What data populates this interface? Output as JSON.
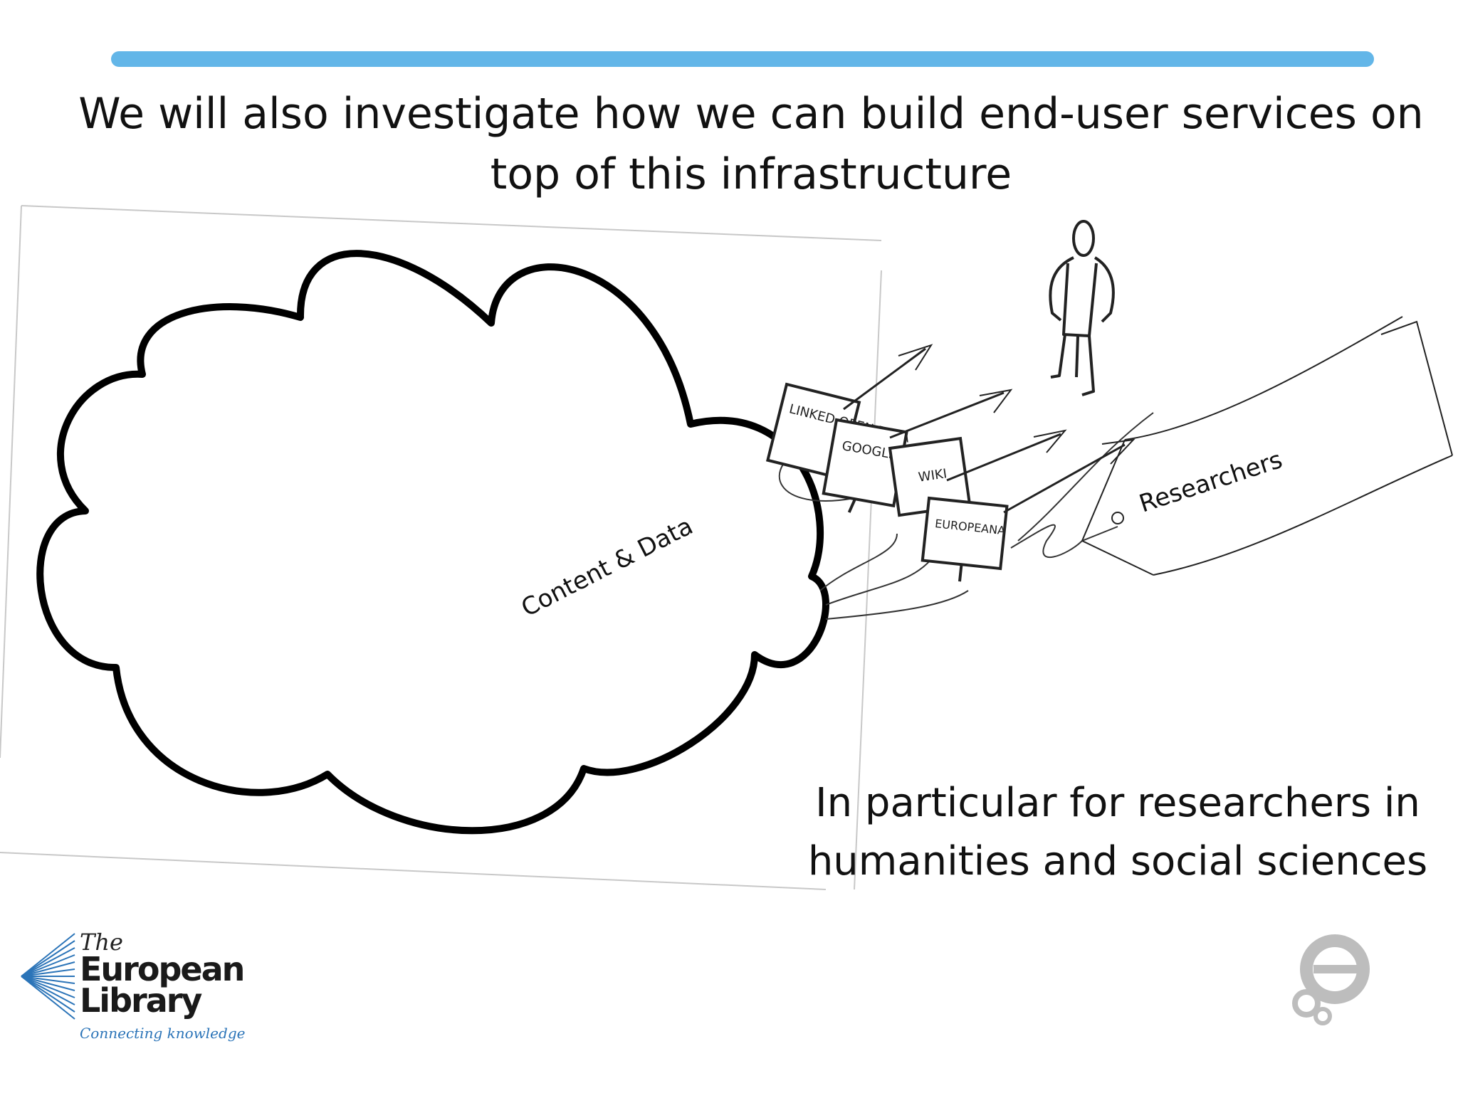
{
  "slide": {
    "heading": "We will also investigate how we can build end-user services on top of this infrastructure",
    "subtitle": "In particular for researchers in humanities and social sciences",
    "accent_color": "#63b6e8"
  },
  "sketch": {
    "cloud_label": "Content & Data",
    "researchers_label": "Researchers",
    "service_labels": [
      "LINKED OPEN DATA",
      "GOOGLE",
      "WIKI",
      "EUROPEANA"
    ],
    "icons": [
      "cloud-icon",
      "computer-icon",
      "arrow-icon",
      "person-icon",
      "banner-icon"
    ]
  },
  "logo": {
    "the": "The",
    "line1": "European",
    "line2": "Library",
    "tagline": "Connecting knowledge",
    "color": "#2b74b8"
  },
  "brand_icon": "e-bubble-icon"
}
